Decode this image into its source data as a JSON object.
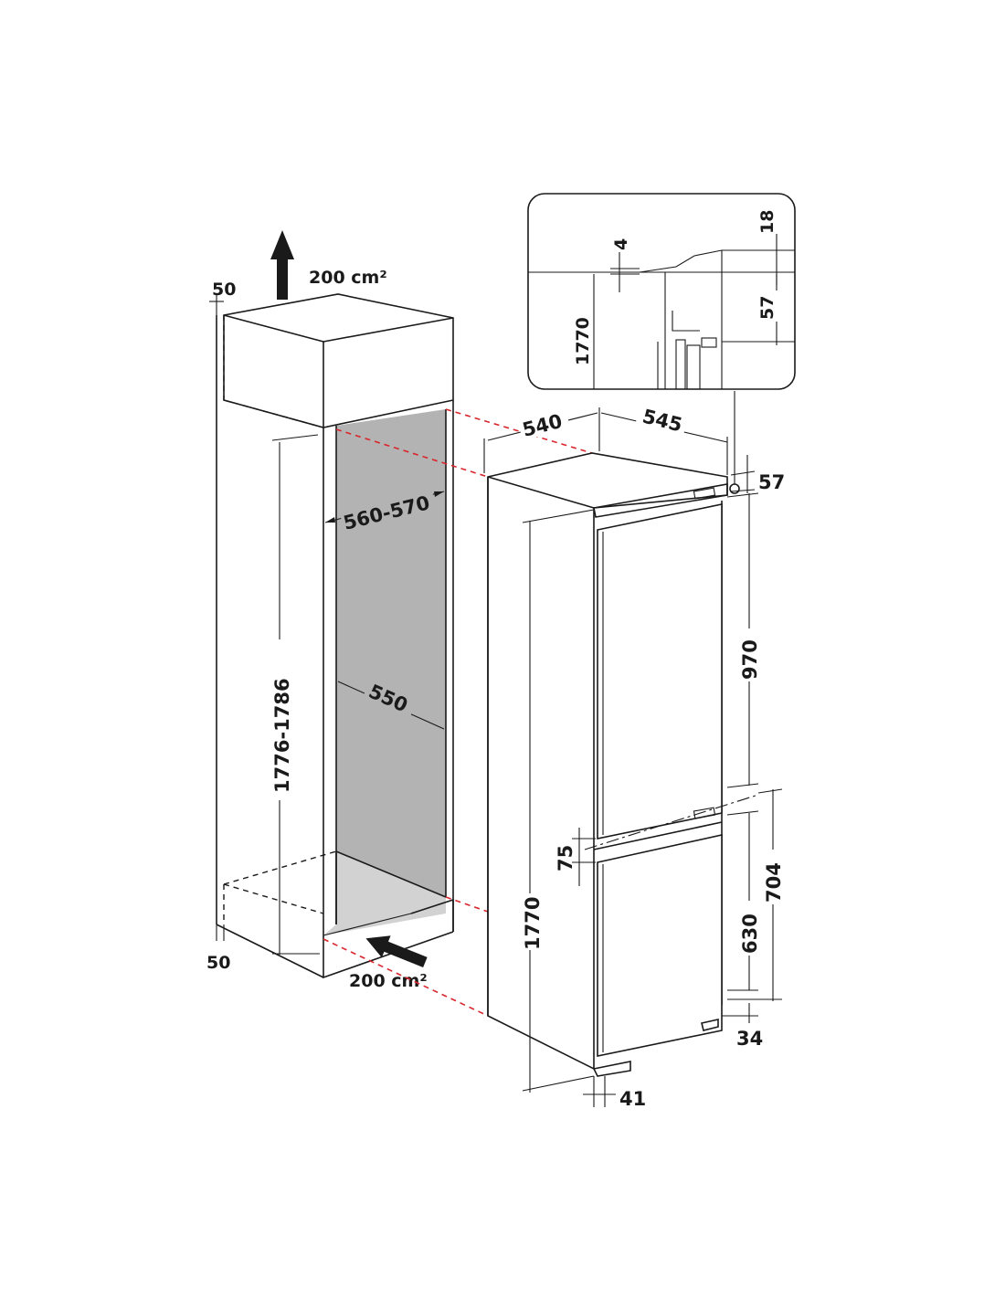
{
  "colors": {
    "line": "#1a1a1a",
    "niche_fill": "#b3b3b3",
    "niche_floor": "#d2d2d2",
    "red_dash": "#d9262c",
    "background": "#ffffff"
  },
  "icons": [
    "airflow-up-arrow-icon",
    "airflow-in-arrow-icon"
  ],
  "labels": {
    "vent_top": "200 cm²",
    "vent_bottom": "200 cm²",
    "top_gap": "50",
    "bottom_gap": "50",
    "niche_height": "1776-1786",
    "niche_width": "560-570",
    "niche_depth": "550",
    "appliance_width": "540",
    "appliance_depth": "545",
    "top_offset": "57",
    "appliance_height": "1770",
    "upper_door": "970",
    "door_gap": "75",
    "lower_section": "704",
    "lower_door": "630",
    "foot_height": "34",
    "foot_depth": "41",
    "detail_gap": "4",
    "detail_top": "18",
    "detail_offset": "57",
    "detail_height": "1770"
  }
}
